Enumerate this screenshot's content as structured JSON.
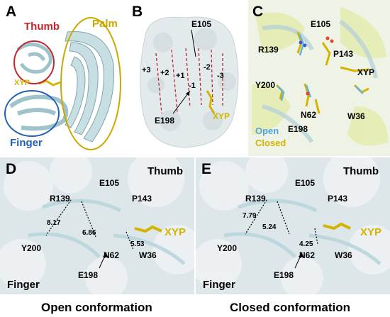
{
  "colors": {
    "thumb": "#c0282d",
    "palm": "#c9a800",
    "finger": "#1f5fb4",
    "xyp": "#d4b400",
    "open": "#4fa3e0",
    "closed": "#d4b400",
    "surface": "#dfe8eb",
    "ribbon": "#b9d6dc"
  },
  "panel_a": {
    "label": "A",
    "thumb": "Thumb",
    "palm": "Palm",
    "finger": "Finger",
    "xyp": "XYP"
  },
  "panel_b": {
    "label": "B",
    "e105": "E105",
    "e198": "E198",
    "xyp": "XYP",
    "subsites": [
      "+3",
      "+2",
      "+1",
      "-1",
      "-2",
      "-3"
    ]
  },
  "panel_c": {
    "label": "C",
    "e105": "E105",
    "r139": "R139",
    "p143": "P143",
    "xyp": "XYP",
    "y200": "Y200",
    "n62": "N62",
    "e198": "E198",
    "w36": "W36",
    "open": "Open",
    "closed": "Closed"
  },
  "panel_d": {
    "label": "D",
    "e105": "E105",
    "thumb": "Thumb",
    "r139": "R139",
    "p143": "P143",
    "xyp": "XYP",
    "y200": "Y200",
    "n62": "N62",
    "e198": "E198",
    "w36": "W36",
    "finger": "Finger",
    "d1": "8.17",
    "d2": "6.86",
    "d3": "5.53",
    "caption": "Open conformation"
  },
  "panel_e": {
    "label": "E",
    "e105": "E105",
    "thumb": "Thumb",
    "r139": "R139",
    "p143": "P143",
    "xyp": "XYP",
    "y200": "Y200",
    "n62": "N62",
    "e198": "E198",
    "w36": "W36",
    "finger": "Finger",
    "d1": "7.79",
    "d2": "5.24",
    "d3": "4.25",
    "caption": "Closed conformation"
  }
}
